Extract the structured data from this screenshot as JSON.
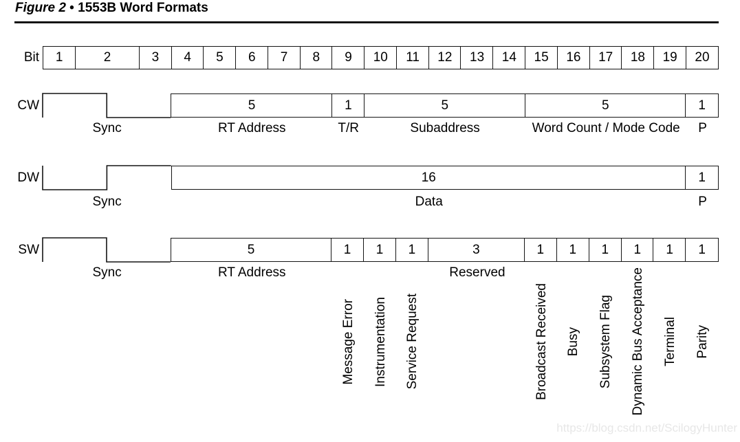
{
  "title": {
    "figure_label": "Figure 2",
    "separator": " • ",
    "text": "1553B Word Formats"
  },
  "bit_row": {
    "label": "Bit",
    "bits": [
      {
        "label": "1",
        "units": 1
      },
      {
        "label": "2",
        "units": 2
      },
      {
        "label": "3",
        "units": 1
      },
      {
        "label": "4",
        "units": 1
      },
      {
        "label": "5",
        "units": 1
      },
      {
        "label": "6",
        "units": 1
      },
      {
        "label": "7",
        "units": 1
      },
      {
        "label": "8",
        "units": 1
      },
      {
        "label": "9",
        "units": 1
      },
      {
        "label": "10",
        "units": 1
      },
      {
        "label": "11",
        "units": 1
      },
      {
        "label": "12",
        "units": 1
      },
      {
        "label": "13",
        "units": 1
      },
      {
        "label": "14",
        "units": 1
      },
      {
        "label": "15",
        "units": 1
      },
      {
        "label": "16",
        "units": 1
      },
      {
        "label": "17",
        "units": 1
      },
      {
        "label": "18",
        "units": 1
      },
      {
        "label": "19",
        "units": 1
      },
      {
        "label": "20",
        "units": 1
      }
    ]
  },
  "words": [
    {
      "label": "CW",
      "sync": {
        "label": "Sync",
        "shape": "high_low",
        "units": 4
      },
      "fields": [
        {
          "units": 5,
          "value": "5",
          "label": "RT Address"
        },
        {
          "units": 1,
          "value": "1",
          "label": "T/R"
        },
        {
          "units": 5,
          "value": "5",
          "label": "Subaddress"
        },
        {
          "units": 5,
          "value": "5",
          "label": "Word Count / Mode Code"
        },
        {
          "units": 1,
          "value": "1",
          "label": "P"
        }
      ]
    },
    {
      "label": "DW",
      "sync": {
        "label": "Sync",
        "shape": "low_high",
        "units": 4
      },
      "fields": [
        {
          "units": 16,
          "value": "16",
          "label": "Data"
        },
        {
          "units": 1,
          "value": "1",
          "label": "P"
        }
      ]
    },
    {
      "label": "SW",
      "sync": {
        "label": "Sync",
        "shape": "high_low",
        "units": 4
      },
      "fields": [
        {
          "units": 5,
          "value": "5",
          "label": "RT Address"
        },
        {
          "units": 1,
          "value": "1",
          "vlabel": "Message Error"
        },
        {
          "units": 1,
          "value": "1",
          "vlabel": "Instrumentation"
        },
        {
          "units": 1,
          "value": "1",
          "vlabel": "Service Request"
        },
        {
          "units": 3,
          "value": "3",
          "label": "Reserved"
        },
        {
          "units": 1,
          "value": "1",
          "vlabel": "Broadcast Received"
        },
        {
          "units": 1,
          "value": "1",
          "vlabel": "Busy"
        },
        {
          "units": 1,
          "value": "1",
          "vlabel": "Subsystem Flag"
        },
        {
          "units": 1,
          "value": "1",
          "vlabel": "Dynamic Bus Acceptance"
        },
        {
          "units": 1,
          "value": "1",
          "vlabel": "Terminal"
        },
        {
          "units": 1,
          "value": "1",
          "vlabel": "Parity"
        }
      ]
    }
  ],
  "watermark": "https://blog.csdn.net/ScilogyHunter",
  "colors": {
    "line": "#141414",
    "text": "#000000",
    "watermark": "#e7e7e7"
  }
}
